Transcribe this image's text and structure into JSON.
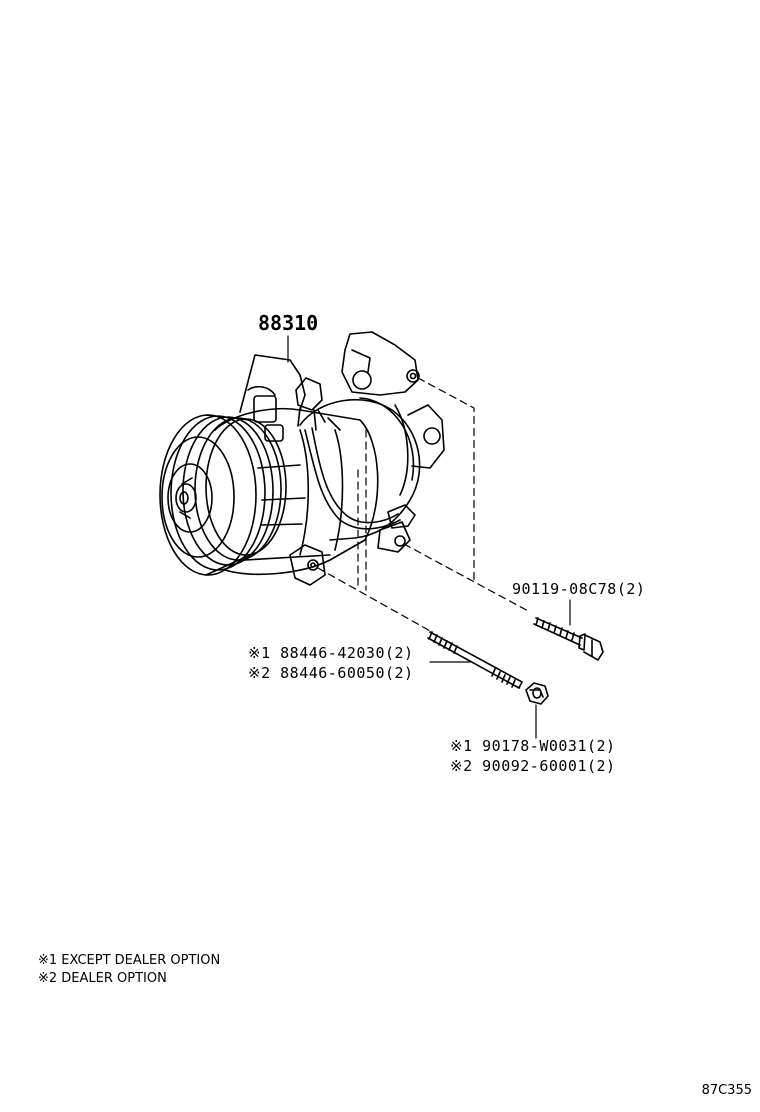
{
  "diagram_code": "87C355",
  "parts": {
    "compressor": "88310",
    "bolt_upper": "90119-08C78(2)",
    "stud_1": "※1 88446-42030(2)",
    "stud_2": "※2 88446-60050(2)",
    "nut_1": "※1 90178-W0031(2)",
    "nut_2": "※2 90092-60001(2)"
  },
  "legend": {
    "note_1": "※1 EXCEPT DEALER OPTION",
    "note_2": "※2 DEALER OPTION"
  },
  "icons": {
    "compressor": "ac-compressor-icon",
    "bolt": "flange-bolt-icon",
    "stud": "stud-bolt-icon",
    "nut": "nut-icon"
  }
}
